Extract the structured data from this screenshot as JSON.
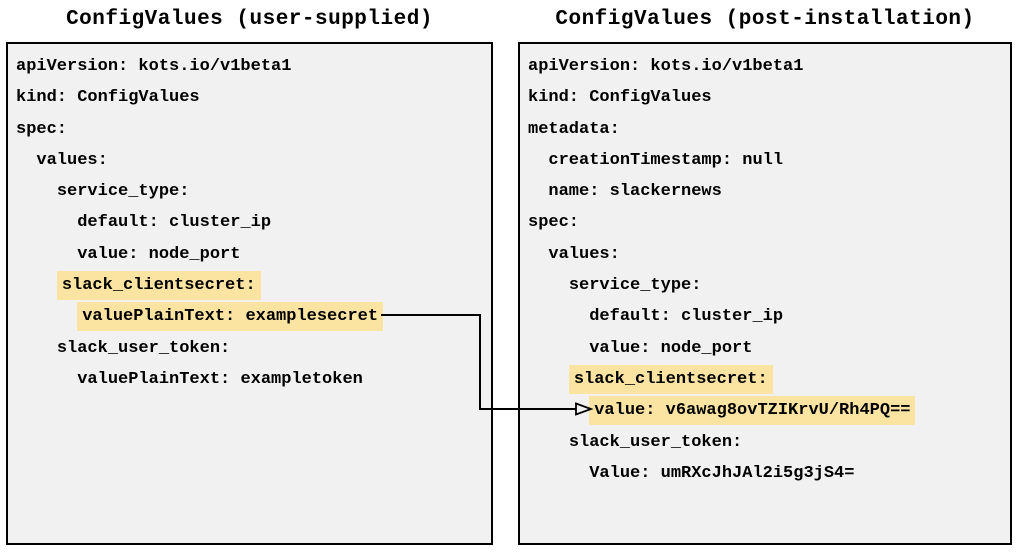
{
  "left_panel": {
    "title": "ConfigValues (user-supplied)",
    "lines": [
      {
        "indent": 0,
        "text": "apiVersion: kots.io/v1beta1",
        "highlight": false
      },
      {
        "indent": 0,
        "text": "kind: ConfigValues",
        "highlight": false
      },
      {
        "indent": 0,
        "text": "spec:",
        "highlight": false
      },
      {
        "indent": 2,
        "text": "values:",
        "highlight": false
      },
      {
        "indent": 4,
        "text": "service_type:",
        "highlight": false
      },
      {
        "indent": 6,
        "text": "default: cluster_ip",
        "highlight": false
      },
      {
        "indent": 6,
        "text": "value: node_port",
        "highlight": false
      },
      {
        "indent": 4,
        "text": "slack_clientsecret:",
        "highlight": true
      },
      {
        "indent": 6,
        "text": "valuePlainText: examplesecret",
        "highlight": true
      },
      {
        "indent": 4,
        "text": "slack_user_token:",
        "highlight": false
      },
      {
        "indent": 6,
        "text": "valuePlainText: exampletoken",
        "highlight": false
      }
    ]
  },
  "right_panel": {
    "title": "ConfigValues (post-installation)",
    "lines": [
      {
        "indent": 0,
        "text": "apiVersion: kots.io/v1beta1",
        "highlight": false
      },
      {
        "indent": 0,
        "text": "kind: ConfigValues",
        "highlight": false
      },
      {
        "indent": 0,
        "text": "metadata:",
        "highlight": false
      },
      {
        "indent": 2,
        "text": "creationTimestamp: null",
        "highlight": false
      },
      {
        "indent": 2,
        "text": "name: slackernews",
        "highlight": false
      },
      {
        "indent": 0,
        "text": "spec:",
        "highlight": false
      },
      {
        "indent": 2,
        "text": "values:",
        "highlight": false
      },
      {
        "indent": 4,
        "text": "service_type:",
        "highlight": false
      },
      {
        "indent": 6,
        "text": "default: cluster_ip",
        "highlight": false
      },
      {
        "indent": 6,
        "text": "value: node_port",
        "highlight": false
      },
      {
        "indent": 4,
        "text": "slack_clientsecret:",
        "highlight": true
      },
      {
        "indent": 6,
        "text": "value: v6awag8ovTZIKrvU/Rh4PQ==",
        "highlight": true
      },
      {
        "indent": 4,
        "text": "slack_user_token:",
        "highlight": false
      },
      {
        "indent": 6,
        "text": "Value: umRXcJhJAl2i5g3jS4="
      }
    ]
  },
  "annotation_arrow": {
    "from_text": "valuePlainText: examplesecret",
    "to_text": "value: v6awag8ovTZIKrvU/Rh4PQ==",
    "color": "#000000"
  },
  "colors": {
    "panel_background": "#f1f1f1",
    "panel_border": "#000000",
    "highlight": "#fbe3a2",
    "text": "#000000",
    "page_background": "#ffffff"
  }
}
